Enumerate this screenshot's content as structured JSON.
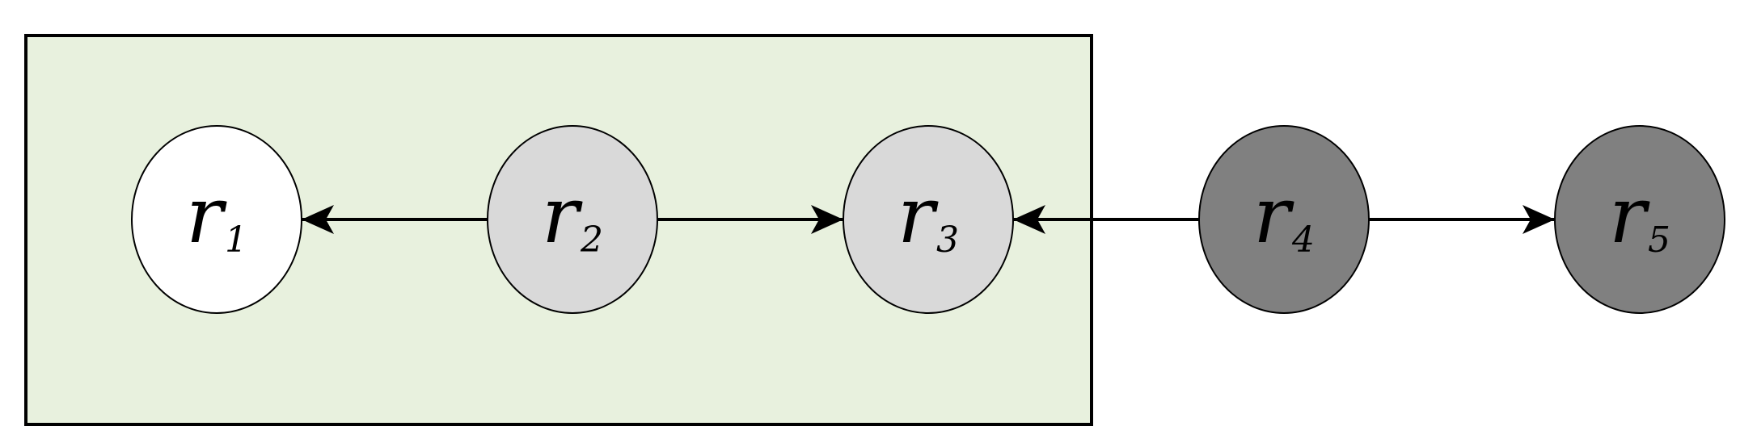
{
  "colors": {
    "background": "#ffffff",
    "group_fill": "#e8f1de",
    "stroke": "#000000",
    "node_white": "#ffffff",
    "node_light_gray": "#d9d9d9",
    "node_dark_gray": "#808080"
  },
  "nodes": [
    {
      "id": "r1",
      "letter": "r",
      "subscript": "1",
      "fill": "#ffffff"
    },
    {
      "id": "r2",
      "letter": "r",
      "subscript": "2",
      "fill": "#d9d9d9"
    },
    {
      "id": "r3",
      "letter": "r",
      "subscript": "3",
      "fill": "#d9d9d9"
    },
    {
      "id": "r4",
      "letter": "r",
      "subscript": "4",
      "fill": "#808080"
    },
    {
      "id": "r5",
      "letter": "r",
      "subscript": "5",
      "fill": "#808080"
    }
  ],
  "edges": [
    {
      "from": "r2",
      "to": "r1"
    },
    {
      "from": "r2",
      "to": "r3"
    },
    {
      "from": "r4",
      "to": "r3"
    },
    {
      "from": "r4",
      "to": "r5"
    }
  ],
  "group": {
    "members": [
      "r1",
      "r2",
      "r3"
    ]
  }
}
